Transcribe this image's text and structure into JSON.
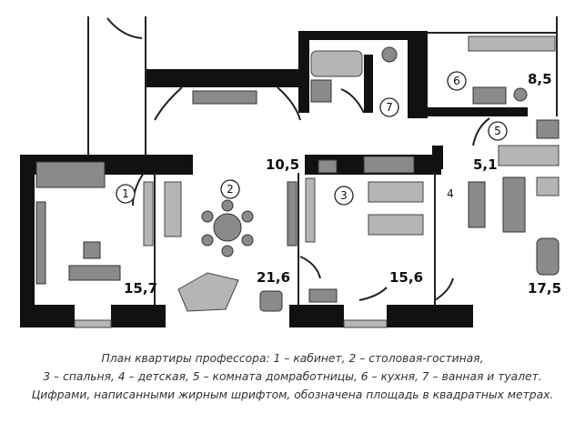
{
  "caption": {
    "line1": "План квартиры профессора: 1 – кабинет, 2 – столовая-гостиная,",
    "line2": "3 – спальня, 4 – детская, 5 – комната домработницы, 6 – кухня, 7 – ванная и туалет.",
    "line3": "Цифрами, написанными жирным шрифтом, обозначена площадь в квадратных метрах."
  },
  "rooms": [
    {
      "number": "1",
      "area": "15,7"
    },
    {
      "number": "2",
      "area": "21,6"
    },
    {
      "number": "3",
      "area": "15,6"
    },
    {
      "number": "4",
      "area": "17,5"
    },
    {
      "number": "5",
      "area": "5,1"
    },
    {
      "number": "6",
      "area": "8,5"
    },
    {
      "number": "7",
      "area": ""
    }
  ],
  "hall_area": "10,5"
}
